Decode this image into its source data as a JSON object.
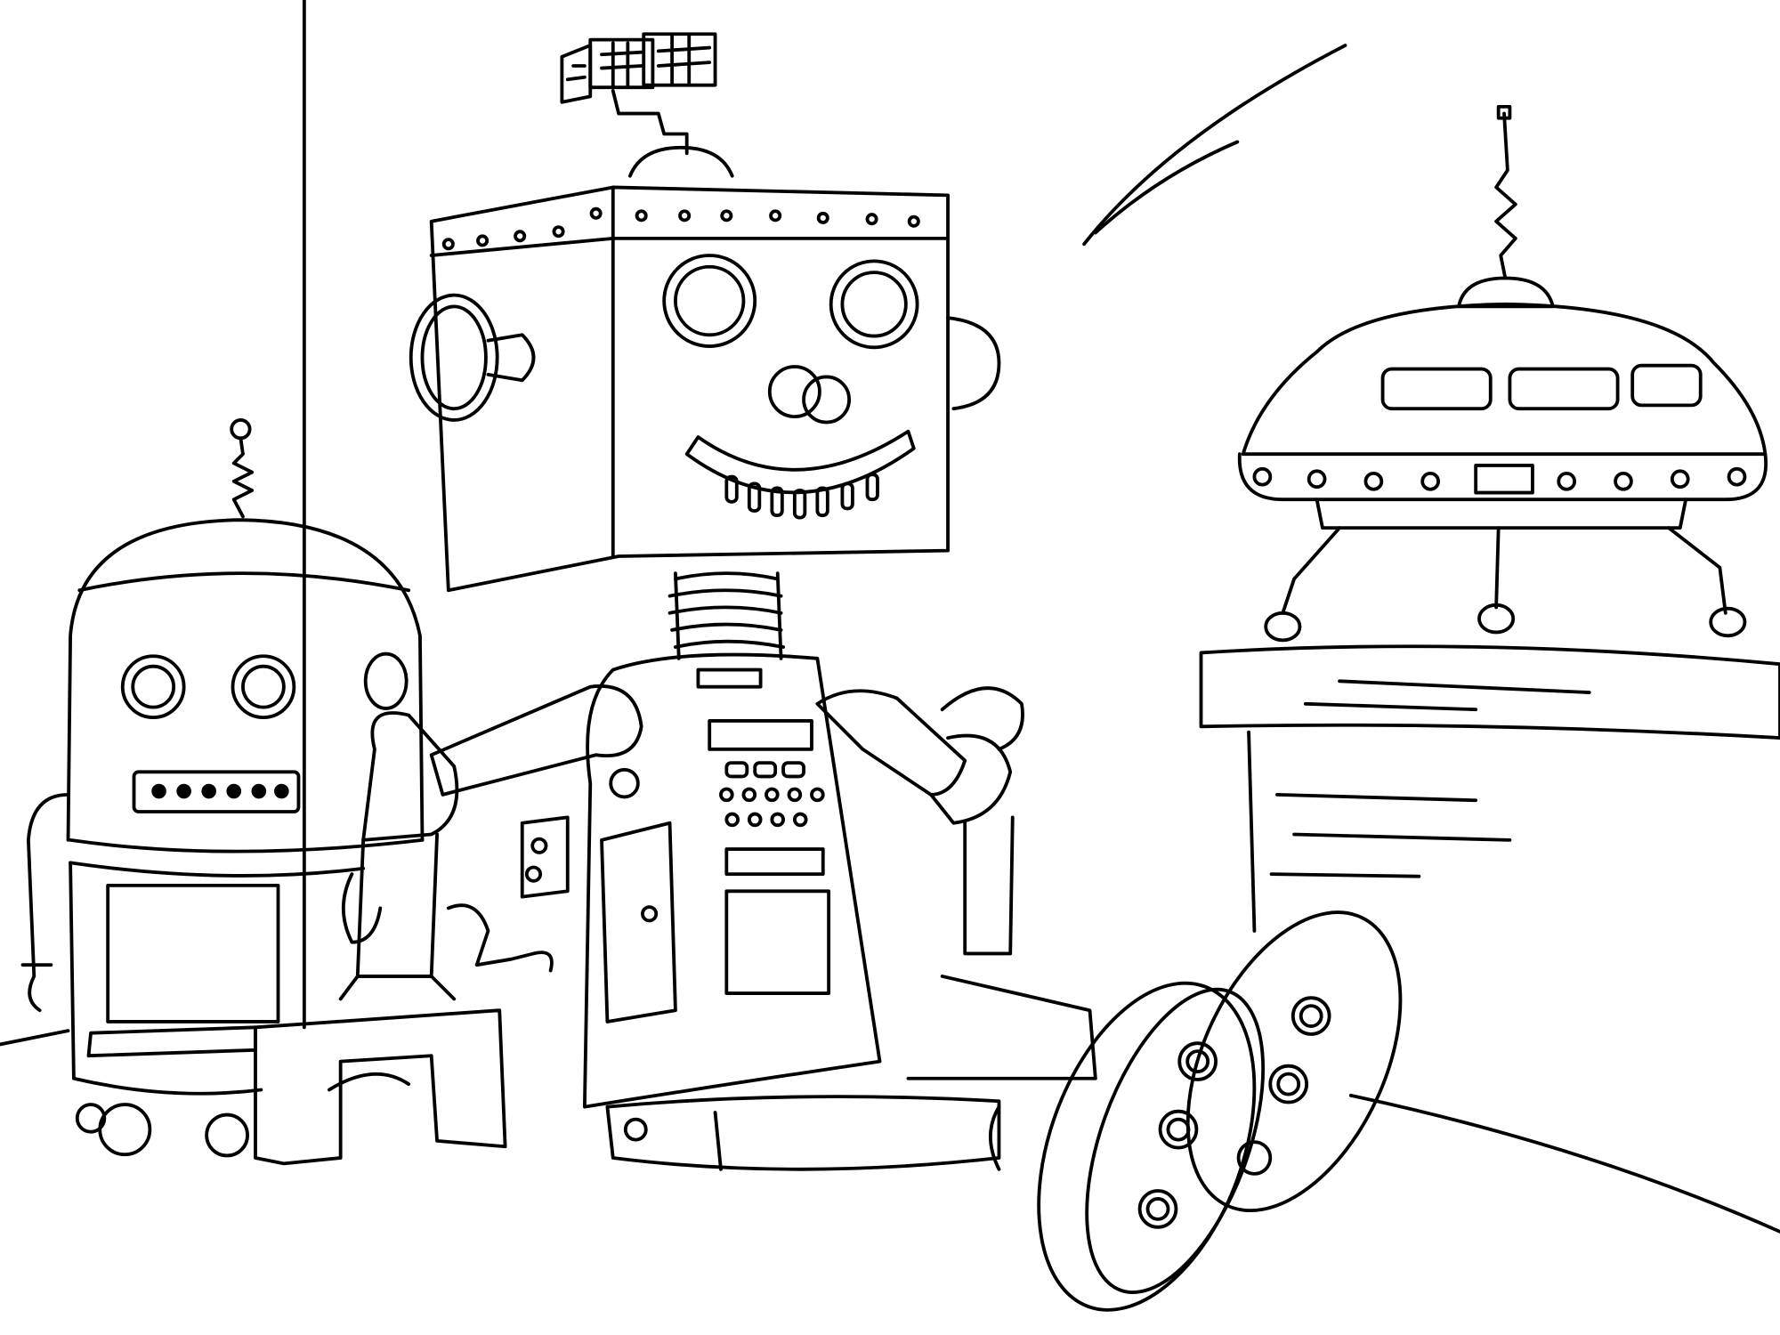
{
  "image": {
    "kind": "coloring-page line art",
    "subjects": [
      "small-dome-robot",
      "square-head-robot",
      "flying-saucer-toy",
      "table"
    ],
    "colors": {
      "line": "#000000",
      "background": "#ffffff"
    }
  }
}
